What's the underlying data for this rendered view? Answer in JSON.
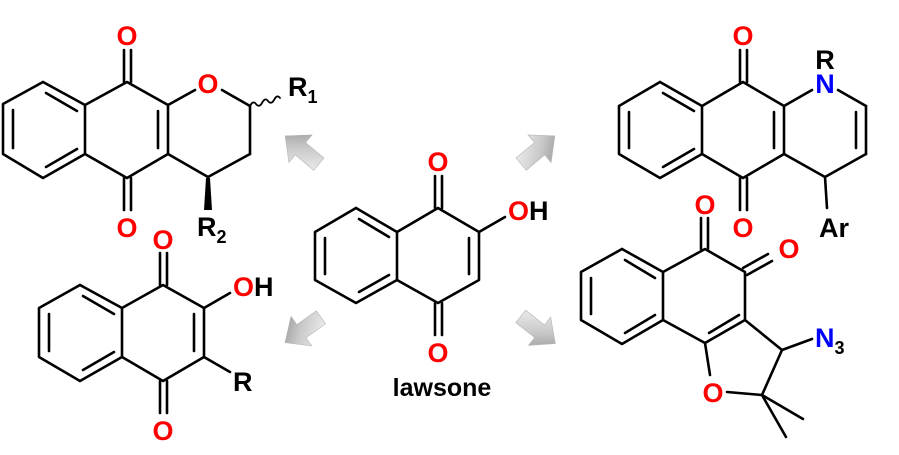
{
  "diagram": {
    "type": "reaction-scheme",
    "center_compound": {
      "name": "lawsone",
      "atoms": {
        "o_top": "O",
        "o_bottom": "O",
        "oh_o": "O",
        "oh_h": "H"
      }
    },
    "compounds": [
      {
        "position": "top-left",
        "class": "pyranonaphthoquinone",
        "labels": {
          "o_top": "O",
          "o_bottom": "O",
          "o_ring": "O",
          "r1": "R",
          "r1_sub": "1",
          "r2": "R",
          "r2_sub": "2"
        }
      },
      {
        "position": "top-right",
        "class": "dihydro-aza-anthraquinone",
        "labels": {
          "o_top": "O",
          "o_bottom": "O",
          "n": "N",
          "r": "R",
          "ar": "Ar"
        }
      },
      {
        "position": "bottom-left",
        "class": "3-substituted-2-hydroxy-1,4-naphthoquinone",
        "labels": {
          "o_top": "O",
          "o_bottom": "O",
          "oh_o": "O",
          "oh_h": "H",
          "r": "R"
        }
      },
      {
        "position": "bottom-right",
        "class": "azido-dihydrofuranonaphthoquinone",
        "labels": {
          "o1": "O",
          "o2": "O",
          "o_ring": "O",
          "n": "N",
          "n_sub": "3"
        }
      }
    ],
    "arrows": [
      {
        "direction": "up-left",
        "from": "lawsone",
        "to": "top-left"
      },
      {
        "direction": "up-right",
        "from": "lawsone",
        "to": "top-right"
      },
      {
        "direction": "down-left",
        "from": "lawsone",
        "to": "bottom-left"
      },
      {
        "direction": "down-right",
        "from": "lawsone",
        "to": "bottom-right"
      }
    ],
    "colors": {
      "oxygen": "#ff0000",
      "nitrogen": "#0000ff",
      "bond": "#000000",
      "arrow_light": "#f4f4f4",
      "arrow_dark": "#9a9a9a"
    }
  }
}
